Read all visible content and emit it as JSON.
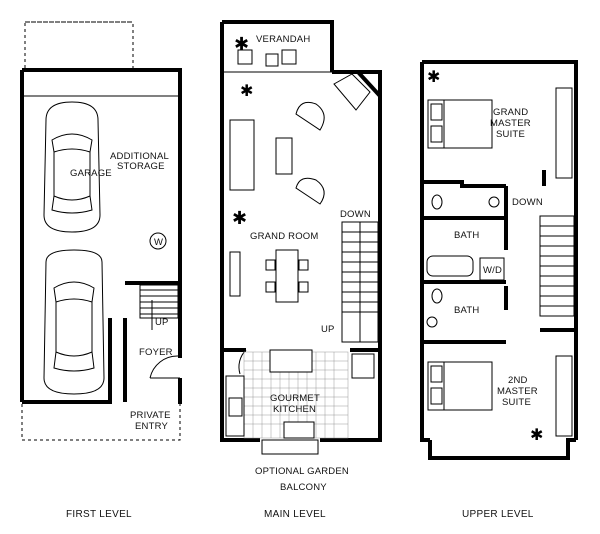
{
  "levels": {
    "first": {
      "caption": "FIRST LEVEL",
      "rooms": {
        "garage": "GARAGE",
        "storage_line1": "ADDITIONAL",
        "storage_line2": "STORAGE",
        "foyer": "FOYER",
        "up": "UP",
        "entry_line1": "PRIVATE",
        "entry_line2": "ENTRY",
        "washer": "W"
      }
    },
    "main": {
      "caption": "MAIN LEVEL",
      "rooms": {
        "verandah": "VERANDAH",
        "grand_room": "GRAND ROOM",
        "down": "DOWN",
        "up": "UP",
        "kitchen_line1": "GOURMET",
        "kitchen_line2": "KITCHEN",
        "balcony_line1": "OPTIONAL GARDEN",
        "balcony_line2": "BALCONY"
      }
    },
    "upper": {
      "caption": "UPPER LEVEL",
      "rooms": {
        "master_line1": "GRAND",
        "master_line2": "MASTER",
        "master_line3": "SUITE",
        "down": "DOWN",
        "bath1": "BATH",
        "wd": "W/D",
        "bath2": "BATH",
        "second_line1": "2ND",
        "second_line2": "MASTER",
        "second_line3": "SUITE"
      }
    }
  }
}
